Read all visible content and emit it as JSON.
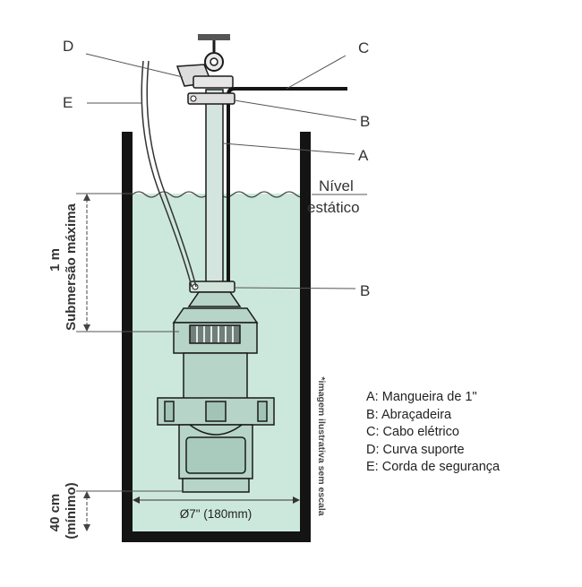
{
  "callouts": {
    "a_top": "A",
    "b_top": "B",
    "c": "C",
    "d": "D",
    "e": "E",
    "b_bottom": "B"
  },
  "water_level": {
    "line1": "Nível",
    "line2": "estático"
  },
  "max_submersion": {
    "value": "1 m",
    "label": "Submersão máxima"
  },
  "min_depth": {
    "value": "40 cm",
    "label": "(mínimo)"
  },
  "diameter": "Ø7\" (180mm)",
  "disclaimer": "*imagem ilustrativa sem escala",
  "legend": [
    {
      "key": "A:",
      "text": "Mangueira de 1\""
    },
    {
      "key": "B:",
      "text": "Abraçadeira"
    },
    {
      "key": "C:",
      "text": "Cabo elétrico"
    },
    {
      "key": "D:",
      "text": "Curva suporte"
    },
    {
      "key": "E:",
      "text": "Corda de segurança"
    }
  ],
  "colors": {
    "water": "#cce8dc",
    "pump": "#b6d4c8",
    "outline": "#1a1a1a",
    "hose": "#d4e5df"
  }
}
